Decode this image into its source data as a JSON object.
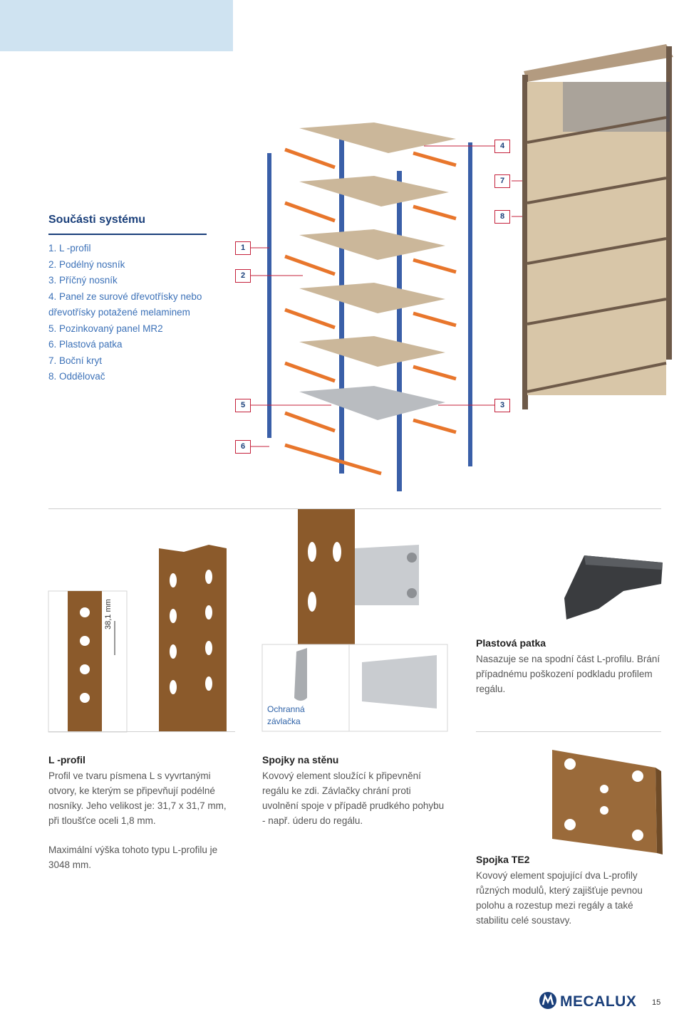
{
  "system": {
    "title": "Součásti systému",
    "parts": [
      "1.  L -profil",
      "2.  Podélný nosník",
      "3.  Příčný nosník",
      "4.  Panel ze surové dřevotřísky nebo dřevotřísky potažené melaminem",
      "5.  Pozinkovaný panel MR2",
      "6.  Plastová patka",
      "7.  Boční kryt",
      "8. Oddělovač"
    ]
  },
  "callouts": {
    "c1": "1",
    "c2": "2",
    "c3": "3",
    "c4": "4",
    "c5": "5",
    "c6": "6",
    "c7": "7",
    "c8": "8"
  },
  "dimension": {
    "label": "38,1 mm"
  },
  "ochranna": {
    "caption": "Ochranná závlačka"
  },
  "plastova_patka": {
    "heading": "Plastová patka",
    "text": "Nasazuje se na spodní část L-profilu. Brání případnému poškození podkladu profilem regálu."
  },
  "l_profil": {
    "heading": "L -profil",
    "text": "Profil ve tvaru písmena L s vyvrtanými otvory, ke kterým se připevňují podélné nosníky. Jeho velikost je: 31,7 x 31,7 mm, při tloušťce oceli 1,8 mm.",
    "note": "Maximální výška tohoto typu L-profilu je 3048 mm."
  },
  "spojky": {
    "heading": "Spojky na stěnu",
    "text": "Kovový element sloužící k připevnění regálu ke zdi. Závlačky chrání proti uvolnění spoje v případě prudkého pohybu - např. úderu do regálu."
  },
  "spojka_te2": {
    "heading": "Spojka TE2",
    "text": "Kovový element spojující dva L-profily různých modulů, který zajišťuje pevnou polohu a rozestup mezi regály a také stabilitu celé soustavy."
  },
  "footer": {
    "logo": "MECALUX",
    "page": "15"
  },
  "colors": {
    "brand_blue": "#1a3f7a",
    "list_blue": "#3d72b8",
    "callout_red": "#c4213b",
    "profile_brown": "#8b5a2b",
    "beam_orange": "#e8762c",
    "upright_blue": "#3a5fa8",
    "board": "#cbb79a"
  }
}
